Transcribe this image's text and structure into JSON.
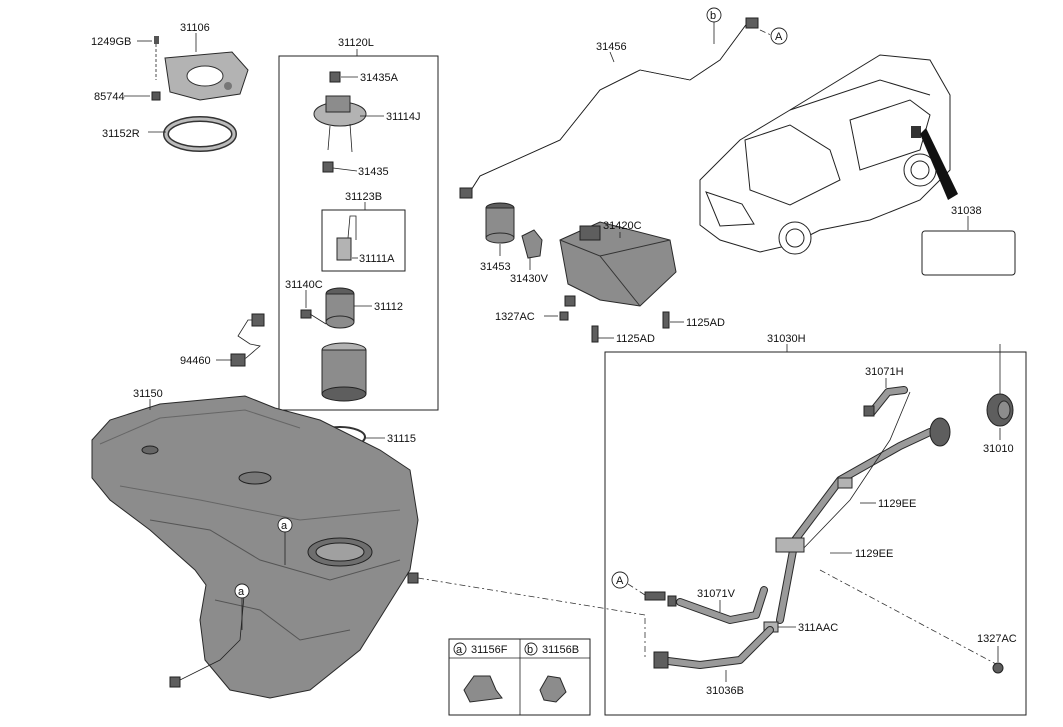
{
  "labels": {
    "p31106": "31106",
    "p1249gb": "1249GB",
    "p85744": "85744",
    "p31152r": "31152R",
    "p31120l": "31120L",
    "p31435a": "31435A",
    "p31114j": "31114J",
    "p31435": "31435",
    "p31123b": "31123B",
    "p31111a": "31111A",
    "p31140c": "31140C",
    "p31112": "31112",
    "p94460": "94460",
    "p31150": "31150",
    "p31115": "31115",
    "p31456": "31456",
    "p31453": "31453",
    "p31430v": "31430V",
    "p31420c": "31420C",
    "p1327ac_top": "1327AC",
    "p1125ad_a": "1125AD",
    "p1125ad_b": "1125AD",
    "p31038": "31038",
    "p31030h": "31030H",
    "p31071h": "31071H",
    "p1129ee_a": "1129EE",
    "p1129ee_b": "1129EE",
    "p31071v": "31071V",
    "p311aac": "311AAC",
    "p31036b": "31036B",
    "p31010": "31010",
    "p1327ac_right": "1327AC",
    "p31156f": "31156F",
    "p31156b": "31156B"
  },
  "callouts": {
    "a": "a",
    "b": "b",
    "A": "A"
  }
}
